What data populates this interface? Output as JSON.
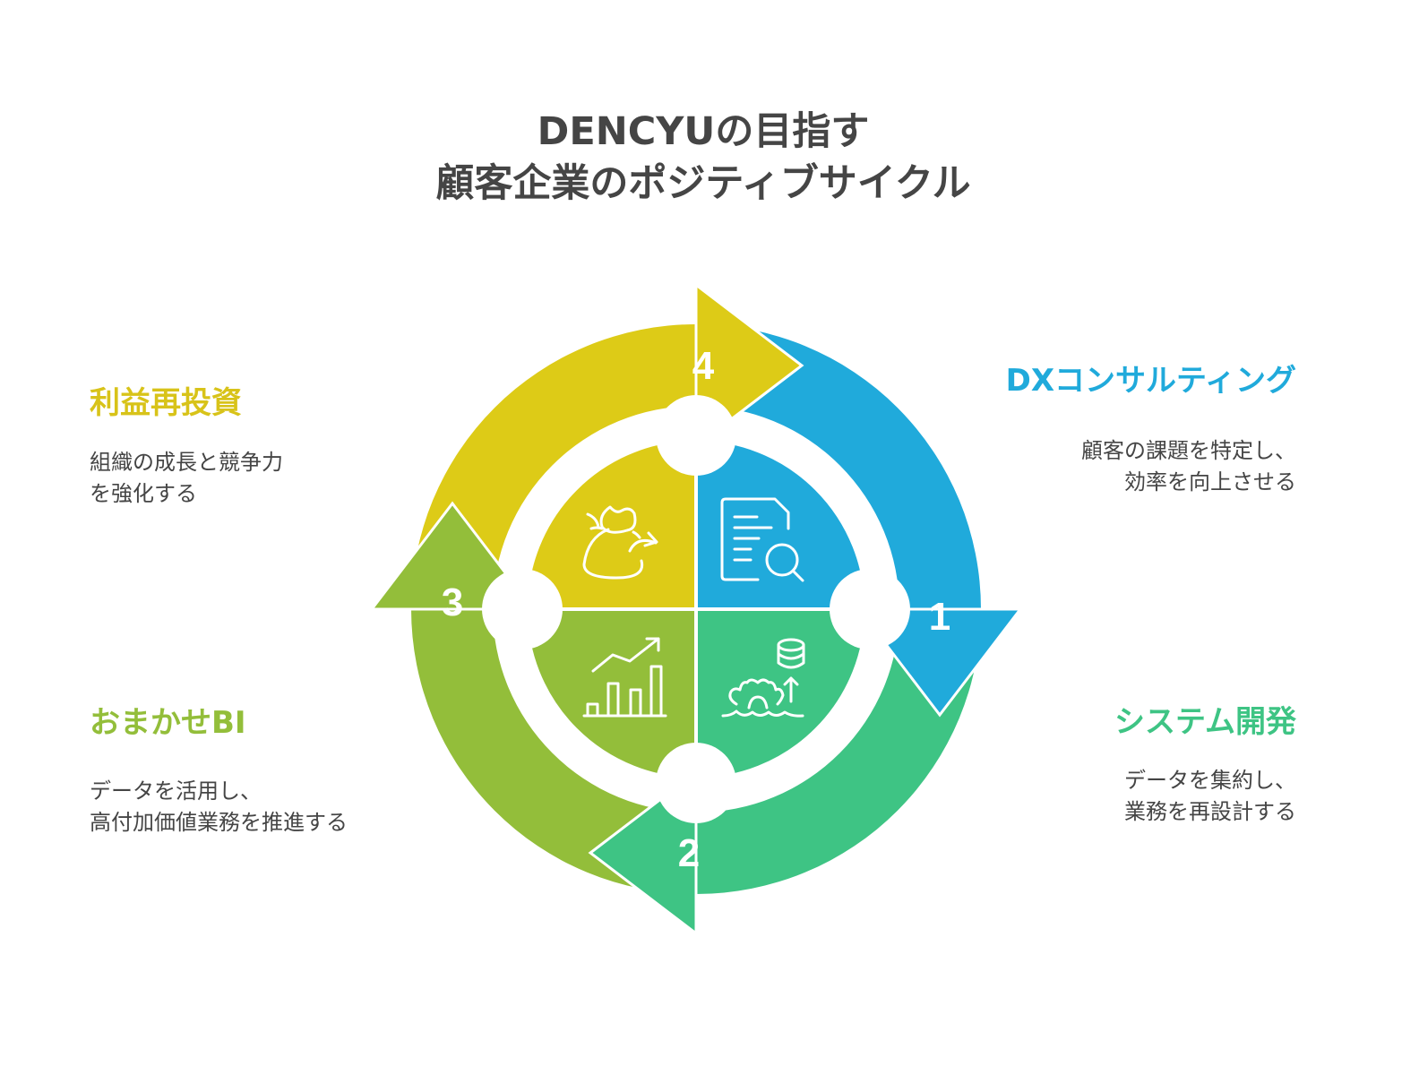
{
  "title": {
    "line1": "DENCYUの目指す",
    "line2": "顧客企業のポジティブサイクル"
  },
  "steps": [
    {
      "number": "1",
      "heading": "DXコンサルティング",
      "desc": [
        "顧客の課題を特定し、",
        "効率を向上させる"
      ],
      "color": "#20AADB",
      "icon": "document-search-icon"
    },
    {
      "number": "2",
      "heading": "システム開発",
      "desc": [
        "データを集約し、",
        "業務を再設計する"
      ],
      "color": "#3EC484",
      "icon": "database-gear-icon"
    },
    {
      "number": "3",
      "heading": "おまかせBI",
      "desc": [
        "データを活用し、",
        "高付加価値業務を推進する"
      ],
      "color": "#93BE3A",
      "icon": "growth-chart-icon"
    },
    {
      "number": "4",
      "heading": "利益再投資",
      "desc": [
        "組織の成長と競争力",
        "を強化する"
      ],
      "color": "#DDCB17",
      "icon": "money-bag-reinvest-icon"
    }
  ]
}
